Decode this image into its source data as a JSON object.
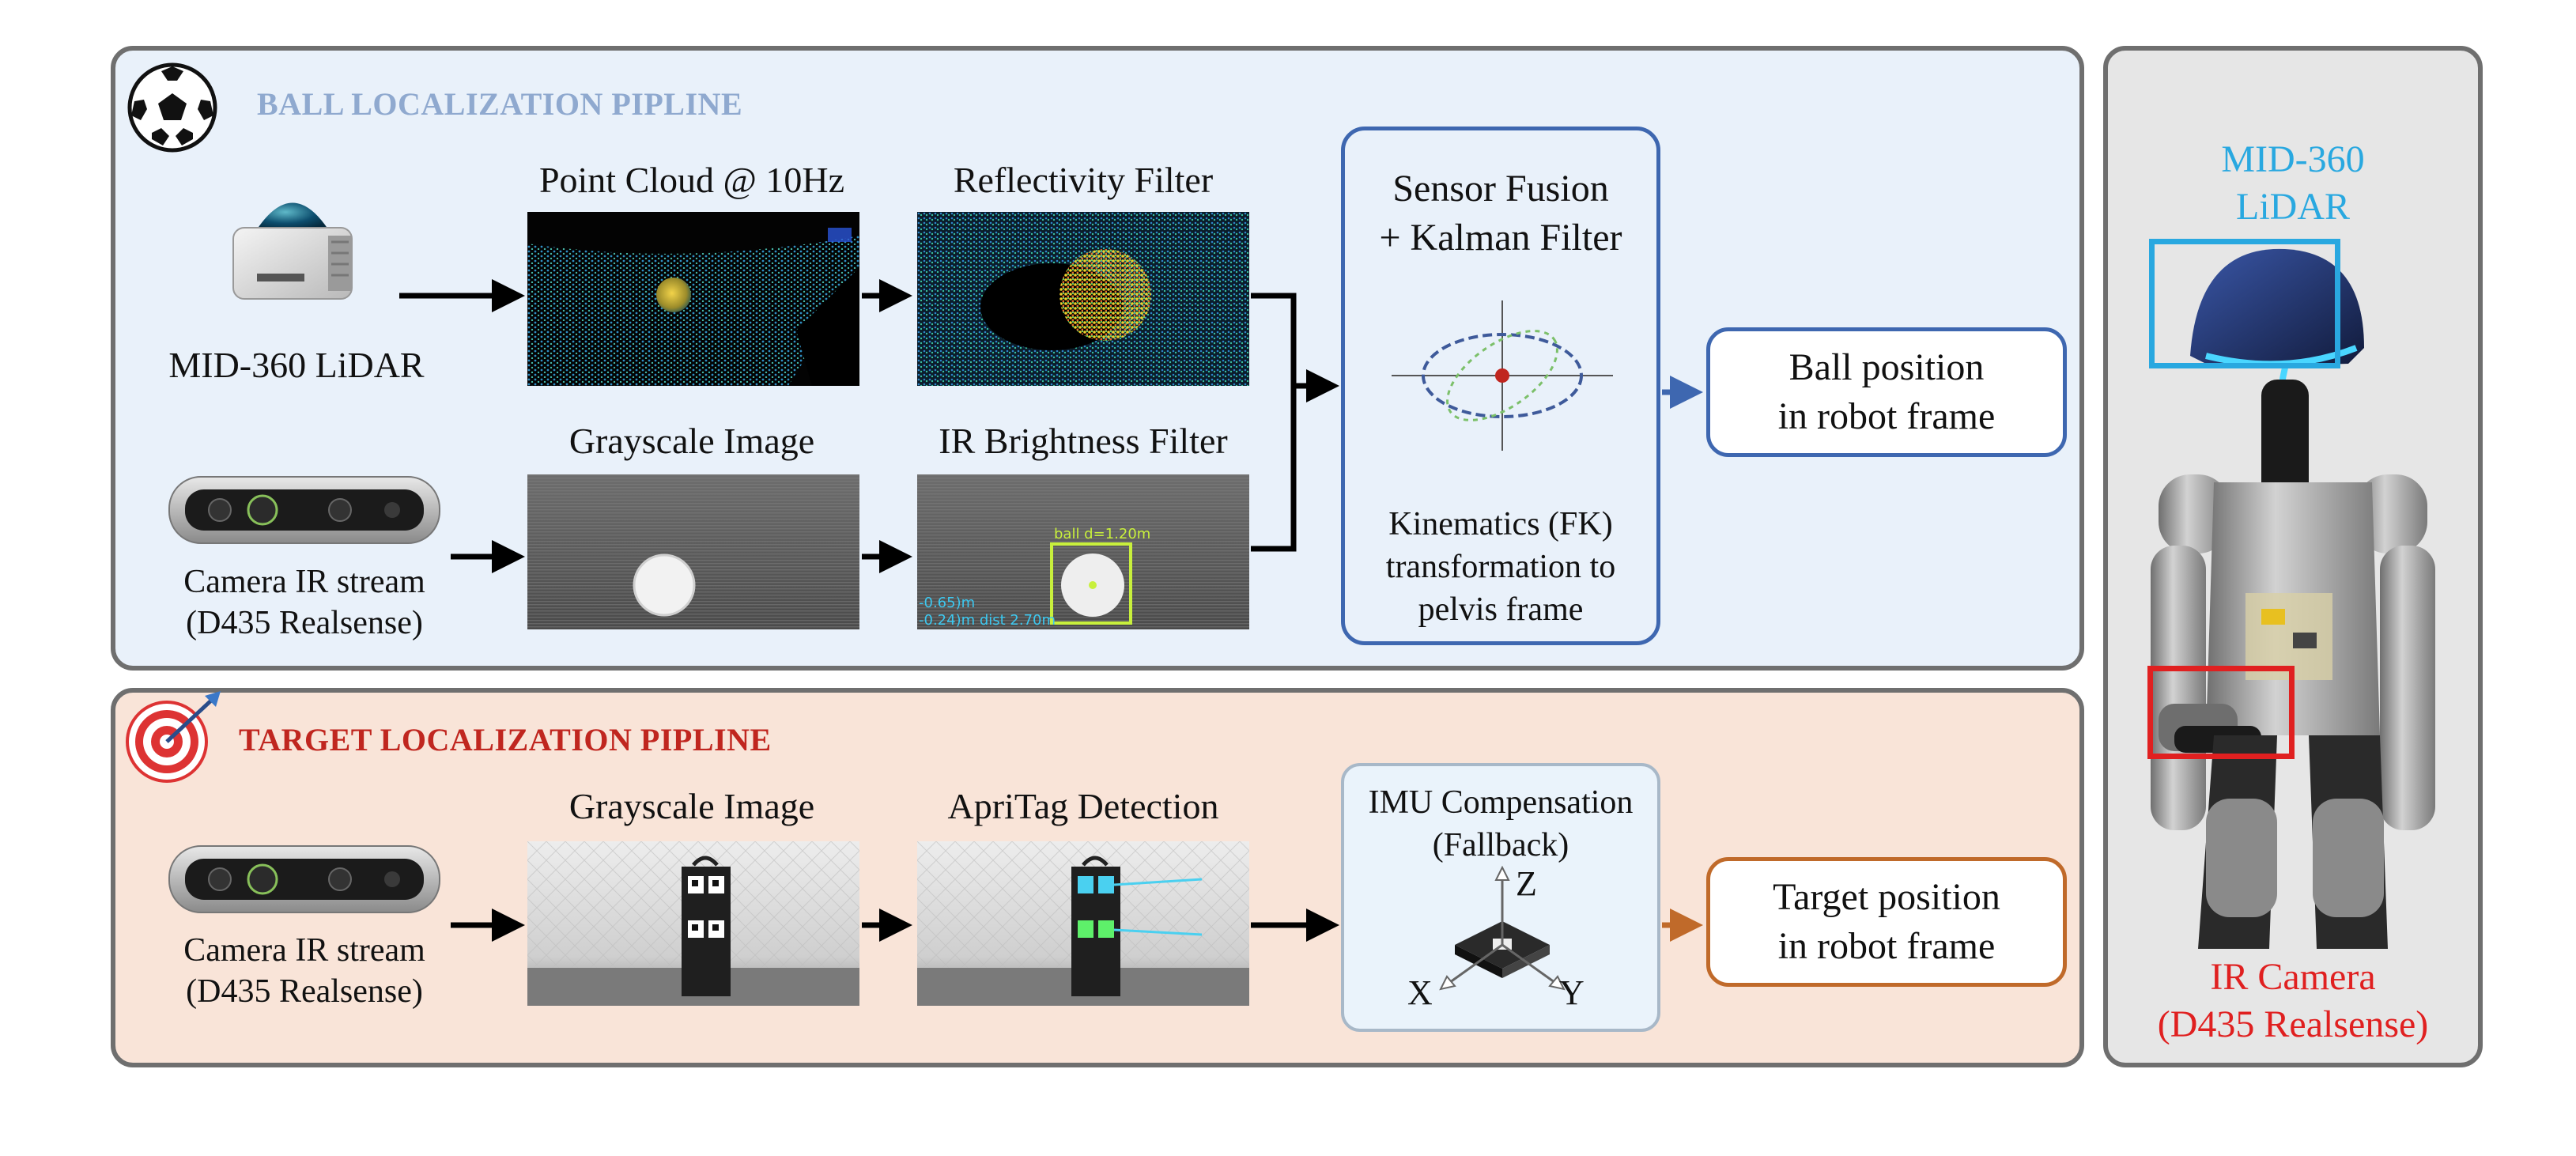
{
  "ball_pipeline": {
    "title": "BALL LOCALIZATION PIPLINE",
    "lidar_label": "MID-360 LiDAR",
    "camera_label_1": "Camera IR stream",
    "camera_label_2": "(D435 Realsense)",
    "point_cloud_label": "Point Cloud @ 10Hz",
    "reflectivity_label": "Reflectivity Filter",
    "grayscale_label": "Grayscale Image",
    "ir_brightness_label": "IR Brightness Filter",
    "ir_overlay_ball": "ball d=1.20m",
    "ir_overlay_line1": "-0.65)m",
    "ir_overlay_line2": "-0.24)m dist 2.70m",
    "fusion_title_1": "Sensor Fusion",
    "fusion_title_2": "+ Kalman Filter",
    "fusion_sub_1": "Kinematics (FK)",
    "fusion_sub_2": "transformation to",
    "fusion_sub_3": "pelvis frame",
    "output_1": "Ball position",
    "output_2": "in robot frame"
  },
  "target_pipeline": {
    "title": "TARGET LOCALIZATION PIPLINE",
    "camera_label_1": "Camera IR stream",
    "camera_label_2": "(D435 Realsense)",
    "grayscale_label": "Grayscale Image",
    "apritag_label": "ApriTag Detection",
    "imu_title_1": "IMU Compensation",
    "imu_title_2": "(Fallback)",
    "axis_x": "X",
    "axis_y": "Y",
    "axis_z": "Z",
    "output_1": "Target position",
    "output_2": "in robot frame"
  },
  "robot_panel": {
    "lidar_label_1": "MID-360",
    "lidar_label_2": "LiDAR",
    "camera_label_1": "IR Camera",
    "camera_label_2": "(D435 Realsense)"
  },
  "colors": {
    "ball_panel_bg": "#e9f1fa",
    "target_panel_bg": "#f9e4d8",
    "robot_panel_bg": "#e6e6e6",
    "ball_title": "#8fa9cf",
    "target_title": "#c0261f",
    "fusion_border": "#3e67b0",
    "output_ball_border": "#3e67b0",
    "output_target_border": "#c06a2a",
    "lidar_highlight": "#29a8e0",
    "camera_highlight": "#e02020"
  },
  "icons": [
    "soccer-ball-icon",
    "target-dart-icon",
    "lidar-device-icon",
    "depth-camera-icon",
    "imu-axes-icon"
  ]
}
